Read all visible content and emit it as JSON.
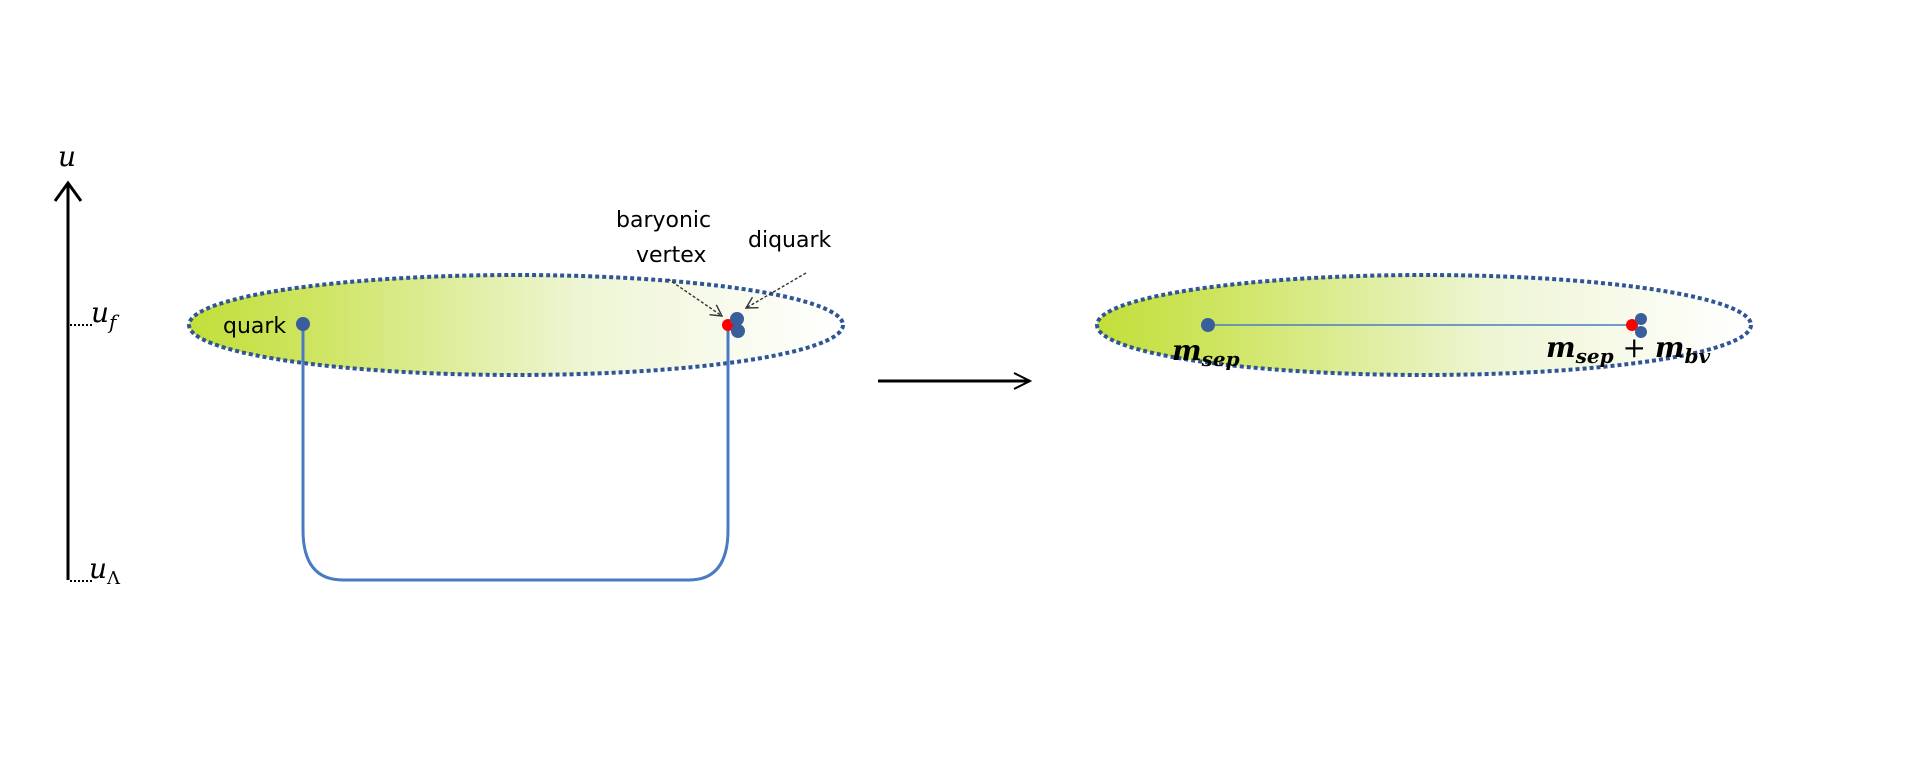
{
  "axis": {
    "label": "u",
    "tick_top_base": "u",
    "tick_top_sub": "f",
    "tick_bottom_base": "u",
    "tick_bottom_sub": "Λ"
  },
  "left_panel": {
    "quark_label": "quark",
    "baryonic_vertex_label_line1": "baryonic",
    "baryonic_vertex_label_line2": "vertex",
    "diquark_label": "diquark"
  },
  "right_panel": {
    "left_mass_base": "m",
    "left_mass_sub": "sep",
    "right_mass_base1": "m",
    "right_mass_sub1": "sep",
    "plus": " + ",
    "right_mass_base2": "m",
    "right_mass_sub2": "bv"
  },
  "colors": {
    "ellipse_fill_start": "#c2df3a",
    "ellipse_fill_end": "#ffffff",
    "ellipse_border": "#2f5597",
    "string_line": "#4a7bc1",
    "quark_dot": "#3a5e9c",
    "vertex_dot": "#ff0000",
    "axis": "#000000"
  }
}
